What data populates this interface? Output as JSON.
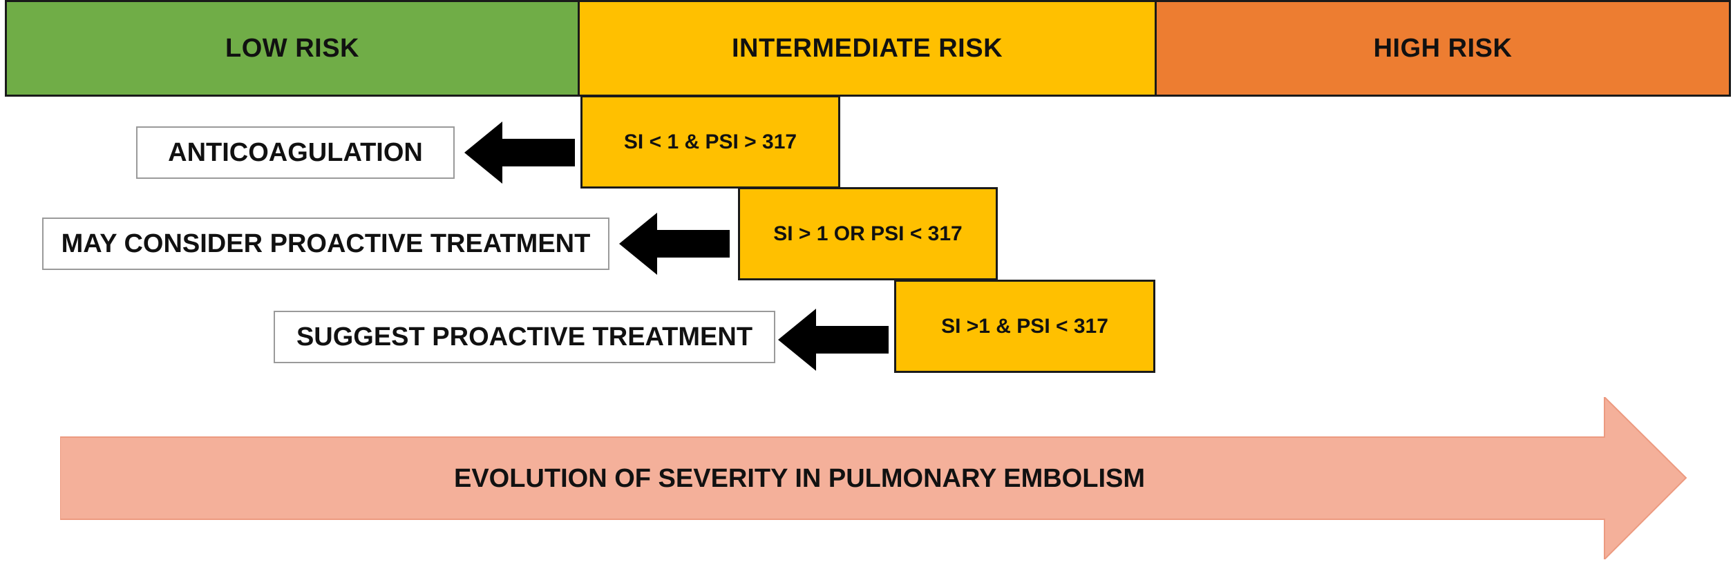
{
  "risk_levels": {
    "low": "LOW RISK",
    "intermediate": "INTERMEDIATE RISK",
    "high": "HIGH RISK"
  },
  "criteria": [
    "SI < 1 & PSI > 317",
    "SI > 1 OR PSI < 317",
    "SI >1 & PSI < 317"
  ],
  "actions": [
    "ANTICOAGULATION",
    "MAY CONSIDER PROACTIVE TREATMENT",
    "SUGGEST PROACTIVE TREATMENT"
  ],
  "severity_arrow_label": "EVOLUTION OF SEVERITY IN PULMONARY EMBOLISM",
  "colors": {
    "low_risk": "#70ad47",
    "intermediate_risk": "#ffc000",
    "high_risk": "#ed7d31",
    "severity_arrow": "#f4b09a",
    "arrow": "#000000"
  },
  "icons": {
    "action_arrows": "arrow-left-icon",
    "severity_arrow": "arrow-right-icon"
  }
}
